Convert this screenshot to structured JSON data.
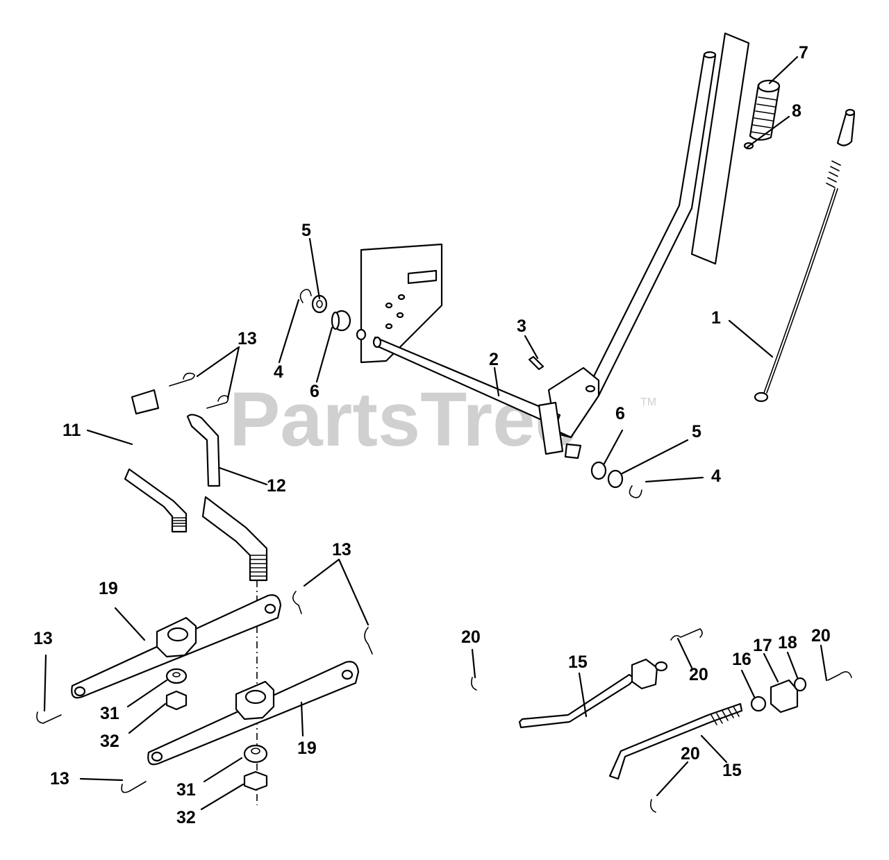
{
  "watermark": {
    "brand": "PartsTree",
    "trademark": "TM",
    "color": "#d0d0d0"
  },
  "callouts": {
    "c1": "1",
    "c2": "2",
    "c3": "3",
    "c4a": "4",
    "c4b": "4",
    "c5a": "5",
    "c5b": "5",
    "c6a": "6",
    "c6b": "6",
    "c7": "7",
    "c8": "8",
    "c11": "11",
    "c12": "12",
    "c13a": "13",
    "c13b": "13",
    "c13c": "13",
    "c13d": "13",
    "c15a": "15",
    "c15b": "15",
    "c16": "16",
    "c17": "17",
    "c18": "18",
    "c19a": "19",
    "c19b": "19",
    "c20a": "20",
    "c20b": "20",
    "c20c": "20",
    "c20d": "20",
    "c31a": "31",
    "c31b": "31",
    "c32a": "32",
    "c32b": "32"
  }
}
